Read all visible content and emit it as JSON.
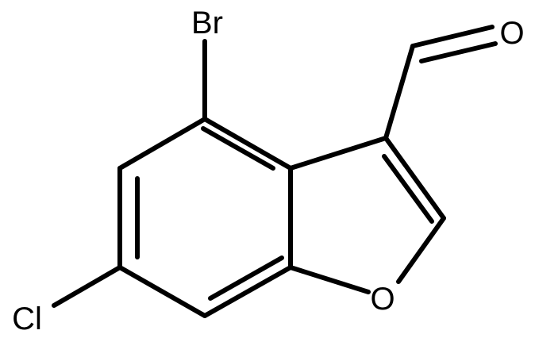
{
  "molecule": {
    "atoms": {
      "bromine": "Br",
      "chlorine": "Cl",
      "ring_oxygen": "O",
      "aldehyde_oxygen": "O"
    },
    "colors": {
      "bond": "#000000",
      "label": "#000000",
      "background": "#ffffff"
    }
  }
}
